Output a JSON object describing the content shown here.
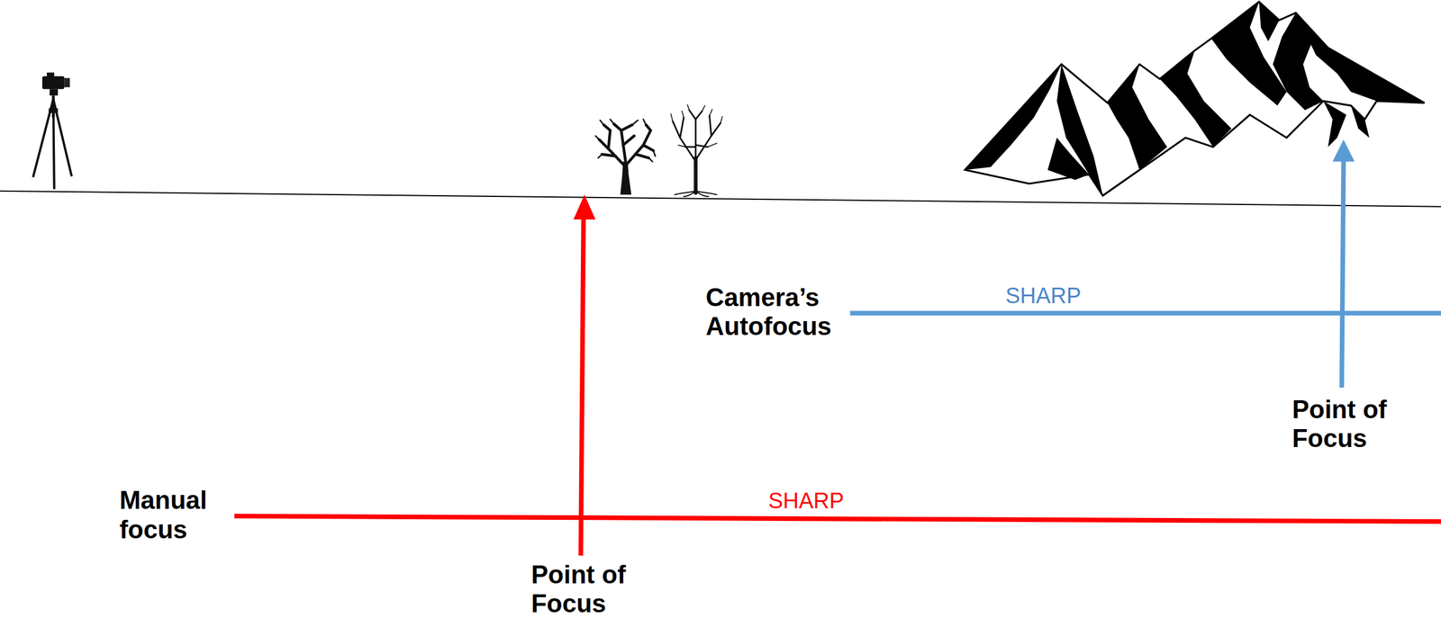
{
  "diagram": {
    "labels": [
      "Camera’s Autofocus",
      "SHARP",
      "Point of Focus",
      "Manual focus",
      "SHARP",
      "Point of Focus"
    ]
  }
}
